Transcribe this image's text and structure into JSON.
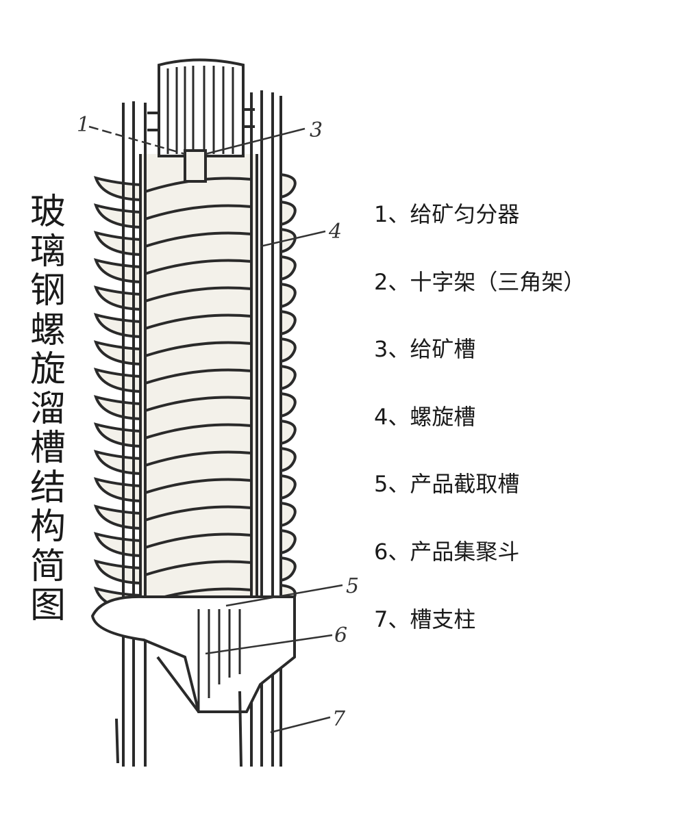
{
  "title_chars": [
    "玻",
    "璃",
    "钢",
    "螺",
    "旋",
    "溜",
    "槽",
    "结",
    "构",
    "简",
    "图"
  ],
  "title": "玻璃钢螺旋溜槽结构简图",
  "legend": [
    "1、给矿匀分器",
    "2、十字架（三角架）",
    "3、给矿槽",
    "4、螺旋槽",
    "5、产品截取槽",
    "6、产品集聚斗",
    "7、槽支柱"
  ],
  "callouts": [
    "1",
    "3",
    "4",
    "5",
    "6",
    "7"
  ],
  "colors": {
    "ink": "#2a2a2a",
    "paper": "#f3f1ea"
  }
}
